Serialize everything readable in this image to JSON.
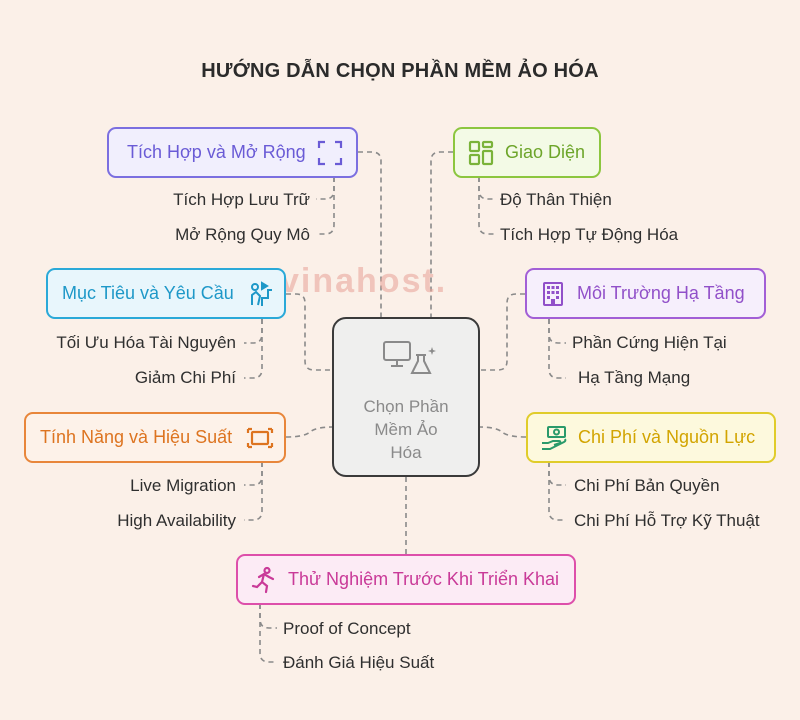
{
  "title": "HƯỚNG DẪN CHỌN PHẦN MỀM ẢO HÓA",
  "watermark": "vinahost.",
  "center": {
    "lines": [
      "Chọn Phần",
      "Mềm Ảo",
      "Hóa"
    ],
    "icons": [
      "monitor-icon",
      "flask-icon"
    ]
  },
  "nodes": [
    {
      "key": "integration",
      "label": "Tích Hợp và Mở Rộng",
      "icon": "expand-frame-icon",
      "color": "#7b6fe0",
      "bg": "#f1effd",
      "items": [
        "Tích Hợp Lưu Trữ",
        "Mở Rộng Quy Mô"
      ]
    },
    {
      "key": "interface",
      "label": "Giao Diện",
      "icon": "grid-layout-icon",
      "color": "#8cc63f",
      "bg": "#f3fae6",
      "items": [
        "Độ Thân Thiện",
        "Tích Hợp Tự Động Hóa"
      ]
    },
    {
      "key": "goals",
      "label": "Mục Tiêu và Yêu Cầu",
      "icon": "target-person-icon",
      "color": "#2aa9d8",
      "bg": "#e8f6fc",
      "items": [
        "Tối Ưu Hóa Tài Nguyên",
        "Giảm Chi Phí"
      ]
    },
    {
      "key": "infra",
      "label": "Môi Trường Hạ Tầng",
      "icon": "building-icon",
      "color": "#a25fd6",
      "bg": "#f6effc",
      "items": [
        "Phần Cứng Hiện Tại",
        "Hạ Tầng Mạng"
      ]
    },
    {
      "key": "features",
      "label": "Tính Năng và Hiệu Suất",
      "icon": "frame-icon",
      "color": "#e8863a",
      "bg": "#fdf2e9",
      "items": [
        "Live Migration",
        "High Availability"
      ]
    },
    {
      "key": "cost",
      "label": "Chi Phí và Nguồn Lực",
      "icon": "money-hand-icon",
      "color": "#e0cc2a",
      "bg": "#fdf9dd",
      "items": [
        "Chi Phí Bản Quyền",
        "Chi Phí Hỗ Trợ Kỹ Thuật"
      ]
    },
    {
      "key": "testing",
      "label": "Thử Nghiệm Trước Khi Triển Khai",
      "icon": "runner-icon",
      "color": "#dd4faa",
      "bg": "#fcebf5",
      "items": [
        "Proof of Concept",
        "Đánh Giá Hiệu Suất"
      ]
    }
  ]
}
